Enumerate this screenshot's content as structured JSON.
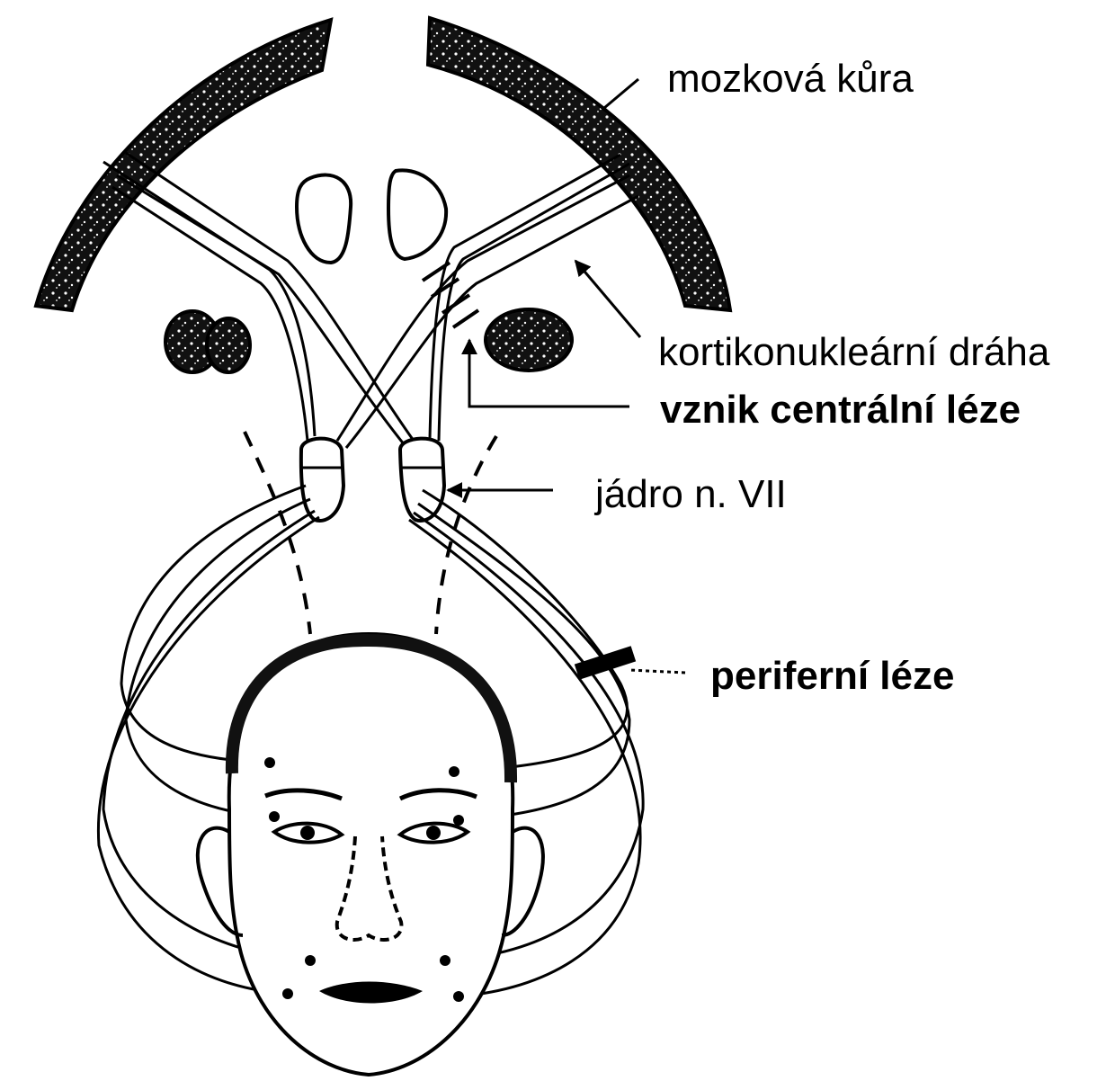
{
  "labels": {
    "cortex": "mozková kůra",
    "corticonuclear_tract": "kortikonukleární dráha",
    "central_lesion": "vznik centrální léze",
    "nucleus": "jádro n. VII",
    "peripheral_lesion": "periferní léze"
  },
  "colors": {
    "ink": "#000000",
    "background": "#ffffff"
  }
}
